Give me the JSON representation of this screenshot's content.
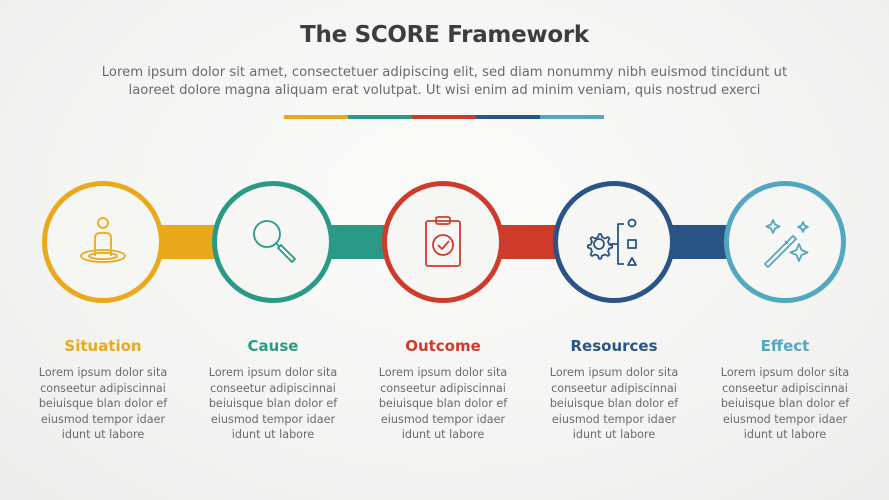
{
  "header": {
    "title": "The SCORE Framework",
    "subtitle_line1": "Lorem ipsum dolor sit amet, consectetuer adipiscing elit, sed diam nonummy nibh euismod tincidunt ut",
    "subtitle_line2": "laoreet dolore magna aliquam erat volutpat. Ut wisi enim ad minim veniam, quis nostrud exerci"
  },
  "colors": {
    "situation": "#eaa91b",
    "cause": "#2a9a86",
    "outcome": "#cf3b2b",
    "resources": "#2b5486",
    "effect": "#52a8be"
  },
  "steps": [
    {
      "label": "Situation",
      "icon": "person-target-icon",
      "color": "#eaa91b",
      "desc": [
        "Lorem ipsum dolor sita",
        "conseetur adipiscinnai",
        "beiuisque blan dolor ef",
        "eiusmod tempor idaer",
        "idunt ut labore"
      ]
    },
    {
      "label": "Cause",
      "icon": "magnifier-icon",
      "color": "#2a9a86",
      "desc": [
        "Lorem ipsum dolor sita",
        "conseetur adipiscinnai",
        "beiuisque blan dolor ef",
        "eiusmod tempor idaer",
        "idunt ut labore"
      ]
    },
    {
      "label": "Outcome",
      "icon": "clipboard-check-icon",
      "color": "#cf3b2b",
      "desc": [
        "Lorem ipsum dolor sita",
        "conseetur adipiscinnai",
        "beiuisque blan dolor ef",
        "eiusmod tempor idaer",
        "idunt ut labore"
      ]
    },
    {
      "label": "Resources",
      "icon": "gear-shapes-icon",
      "color": "#2b5486",
      "desc": [
        "Lorem ipsum dolor sita",
        "conseetur adipiscinnai",
        "beiuisque blan dolor ef",
        "eiusmod tempor idaer",
        "idunt ut labore"
      ]
    },
    {
      "label": "Effect",
      "icon": "magic-wand-icon",
      "color": "#52a8be",
      "desc": [
        "Lorem ipsum dolor sita",
        "conseetur adipiscinnai",
        "beiuisque blan dolor ef",
        "eiusmod tempor idaer",
        "idunt ut labore"
      ]
    }
  ]
}
